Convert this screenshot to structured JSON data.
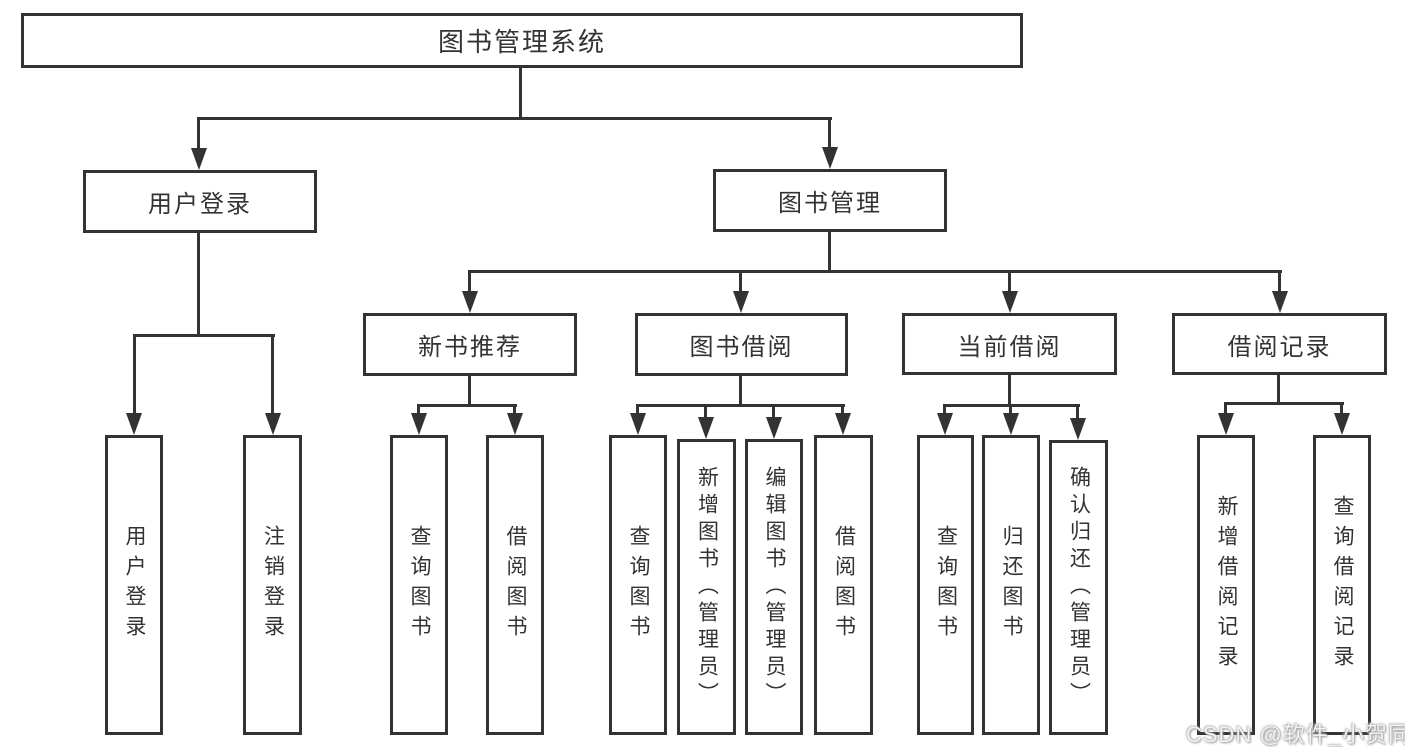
{
  "diagram_title": "图书管理系统",
  "watermark": "CSDN @软件_小贺同学",
  "colors": {
    "line": "#333333",
    "text": "#333333",
    "background": "#ffffff"
  },
  "nodes": {
    "root": {
      "label": "图书管理系统"
    },
    "user_login": {
      "label": "用户登录"
    },
    "book_management": {
      "label": "图书管理"
    },
    "new_book_recommend": {
      "label": "新书推荐"
    },
    "book_borrow": {
      "label": "图书借阅"
    },
    "current_borrow": {
      "label": "当前借阅"
    },
    "borrow_records": {
      "label": "借阅记录"
    },
    "leaf_user_login": {
      "label": "用户登录"
    },
    "leaf_logout_login": {
      "label": "注销登录"
    },
    "leaf_rec_query_books": {
      "label": "查询图书"
    },
    "leaf_rec_borrow_books": {
      "label": "借阅图书"
    },
    "leaf_bb_query_books": {
      "label": "查询图书"
    },
    "leaf_bb_add_books": {
      "label": "新增图书（管理员）"
    },
    "leaf_bb_edit_books": {
      "label": "编辑图书（管理员）"
    },
    "leaf_bb_borrow_books": {
      "label": "借阅图书"
    },
    "leaf_cb_query_books": {
      "label": "查询图书"
    },
    "leaf_cb_return_books": {
      "label": "归还图书"
    },
    "leaf_cb_confirm_return": {
      "label": "确认归还（管理员）"
    },
    "leaf_br_add_record": {
      "label": "新增借阅记录"
    },
    "leaf_br_query_record": {
      "label": "查询借阅记录"
    }
  }
}
